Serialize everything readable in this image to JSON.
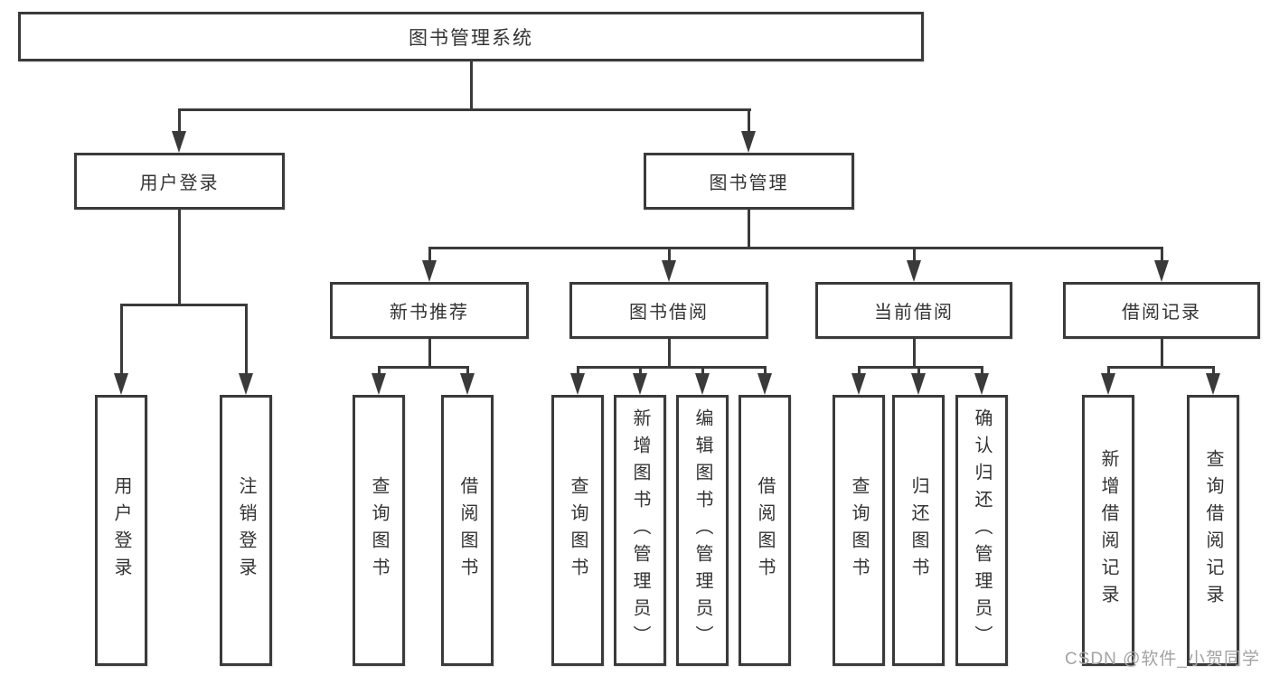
{
  "colors": {
    "line": "#3a3a3a",
    "box_border": "#3a3a3a",
    "box_background": "#ffffff",
    "text": "#333333",
    "watermark": "#a3a3a3",
    "page_background": "#ffffff"
  },
  "tree": {
    "label": "图书管理系统",
    "children": [
      {
        "label": "用户登录",
        "children": [
          {
            "label": "用户登录"
          },
          {
            "label": "注销登录"
          }
        ]
      },
      {
        "label": "图书管理",
        "children": [
          {
            "label": "新书推荐",
            "children": [
              {
                "label": "查询图书"
              },
              {
                "label": "借阅图书"
              }
            ]
          },
          {
            "label": "图书借阅",
            "children": [
              {
                "label": "查询图书"
              },
              {
                "label": "新增图书（管理员）"
              },
              {
                "label": "编辑图书（管理员）"
              },
              {
                "label": "借阅图书"
              }
            ]
          },
          {
            "label": "当前借阅",
            "children": [
              {
                "label": "查询图书"
              },
              {
                "label": "归还图书"
              },
              {
                "label": "确认归还（管理员）"
              }
            ]
          },
          {
            "label": "借阅记录",
            "children": [
              {
                "label": "新增借阅记录"
              },
              {
                "label": "查询借阅记录"
              }
            ]
          }
        ]
      }
    ]
  },
  "watermark": {
    "text": "CSDN @软件_小贺同学"
  }
}
